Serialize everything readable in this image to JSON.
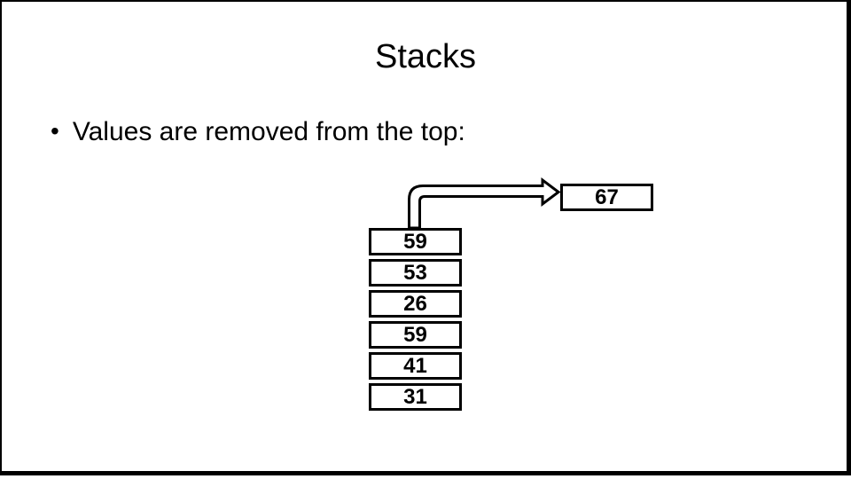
{
  "slide": {
    "title": "Stacks",
    "bullet_marker": "•",
    "bullet_text": "Values are removed from the top:",
    "popped_value": "67",
    "stack_values": [
      "59",
      "53",
      "26",
      "59",
      "41",
      "31"
    ],
    "colors": {
      "background": "#ffffff",
      "line": "#000000",
      "text": "#000000"
    }
  }
}
